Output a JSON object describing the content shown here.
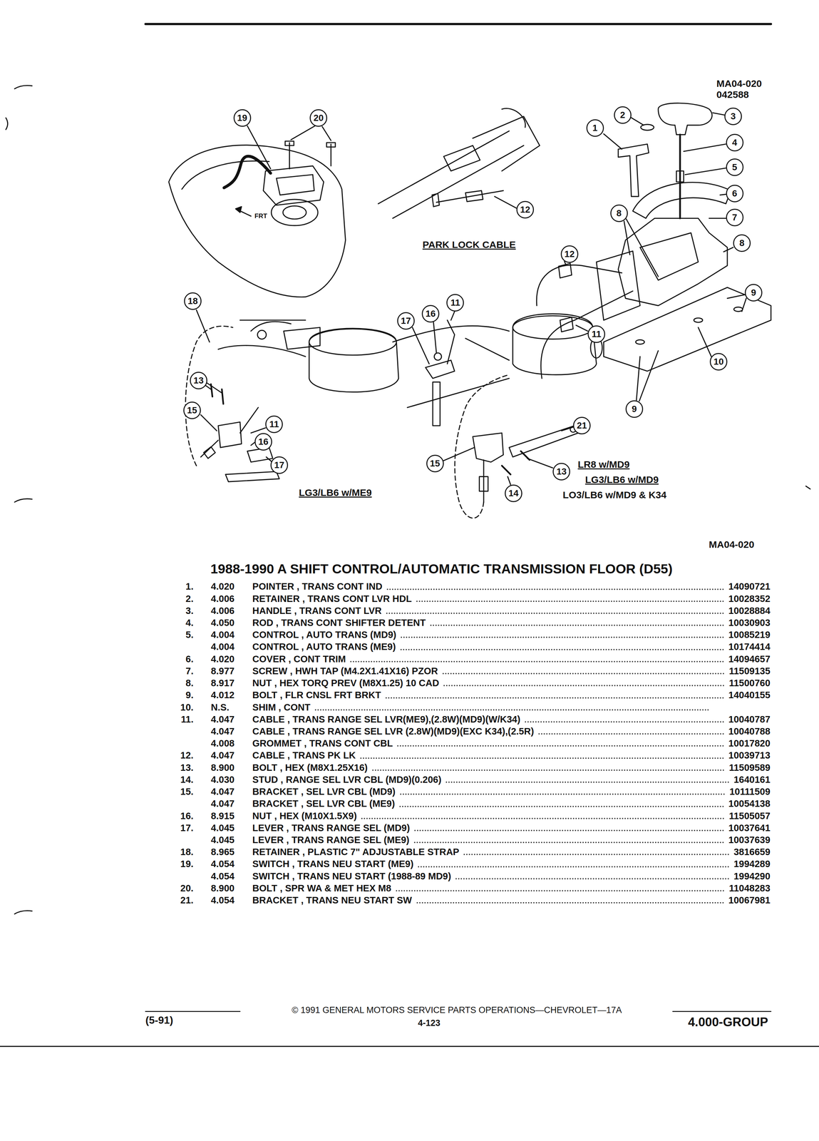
{
  "diagram": {
    "title": "1988-1990 A SHIFT CONTROL/AUTOMATIC TRANSMISSION FLOOR (D55)",
    "labels": [
      "MA04-020",
      "042588",
      "19",
      "20",
      "2",
      "3",
      "1",
      "4",
      "5",
      "6",
      "12",
      "8",
      "7",
      "8",
      "12",
      "9",
      "18",
      "11",
      "16",
      "17",
      "11",
      "10",
      "13",
      "9",
      "15",
      "11",
      "21",
      "16",
      "15",
      "17",
      "13",
      "14",
      "FRT",
      "PARK LOCK CABLE",
      "LR8 w/MD9",
      "LG3/LB6 w/MD9",
      "LO3/LB6 w/MD9 & K34",
      "LG3/LB6 w/ME9",
      "MA04-020",
      "1.",
      "4.020",
      "POINTER , TRANS CONT IND",
      "14090721",
      "2.",
      "4.006",
      "RETAINER , TRANS CONT LVR HDL",
      "10028352",
      "3.",
      "4.006",
      "HANDLE , TRANS CONT LVR",
      "10028884",
      "4.",
      "4.050",
      "ROD , TRANS CONT SHIFTER DETENT",
      "10030903",
      "5.",
      "4.004",
      "CONTROL , AUTO TRANS (MD9)",
      "10085219",
      "4.004",
      "CONTROL , AUTO TRANS (ME9)",
      "10174414",
      "6.",
      "4.020",
      "COVER , CONT TRIM",
      "14094657",
      "7.",
      "8.977",
      "SCREW , HWH TAP (M4.2X1.41X16) PZOR",
      "11509135",
      "8.",
      "8.917",
      "NUT , HEX TORQ PREV (M8X1.25) 10 CAD",
      "11500760",
      "9.",
      "4.012",
      "BOLT , FLR CNSL FRT BRKT",
      "14040155",
      "10.",
      "N.S.",
      "SHIM , CONT",
      "11.",
      "4.047",
      "CABLE , TRANS RANGE SEL LVR(ME9),(2.8W)(MD9)(W/K34)",
      "10040787",
      "4.047",
      "CABLE , TRANS RANGE SEL LVR (2.8W)(MD9)(EXC K34),(2.5R)",
      "10040788",
      "4.008",
      "GROMMET , TRANS CONT CBL",
      "10017820",
      "12.",
      "4.047",
      "CABLE , TRANS PK LK",
      "10039713",
      "13.",
      "8.900",
      "BOLT , HEX (M8X1.25X16)",
      "11509589",
      "14.",
      "4.030",
      "STUD , RANGE SEL LVR CBL (MD9)(0.206)",
      "1640161",
      "15.",
      "4.047",
      "BRACKET , SEL LVR CBL (MD9)",
      "10111509",
      "4.047",
      "BRACKET , SEL LVR CBL (ME9)",
      "10054138",
      "16.",
      "8.915",
      "NUT , HEX (M10X1.5X9)",
      "11505057",
      "17.",
      "4.045",
      "LEVER , TRANS RANGE SEL (MD9)",
      "10037641",
      "4.045",
      "LEVER , TRANS RANGE SEL (ME9)",
      "10037639",
      "18.",
      "8.965",
      "RETAINER , PLASTIC 7\" ADJUSTABLE STRAP",
      "3816659",
      "19.",
      "4.054",
      "SWITCH , TRANS NEU START (ME9)",
      "1994289",
      "4.054",
      "SWITCH , TRANS NEU START (1988-89 MD9)",
      "1994290",
      "20.",
      "8.900",
      "BOLT , SPR WA & MET HEX M8",
      "11048283",
      "21.",
      "4.054",
      "BRACKET , TRANS NEU START SW",
      "10067981",
      "(5-91)",
      "© 1991 GENERAL MOTORS SERVICE PARTS OPERATIONS—CHEVROLET—17A",
      "4-123",
      "4.000-GROUP"
    ]
  }
}
